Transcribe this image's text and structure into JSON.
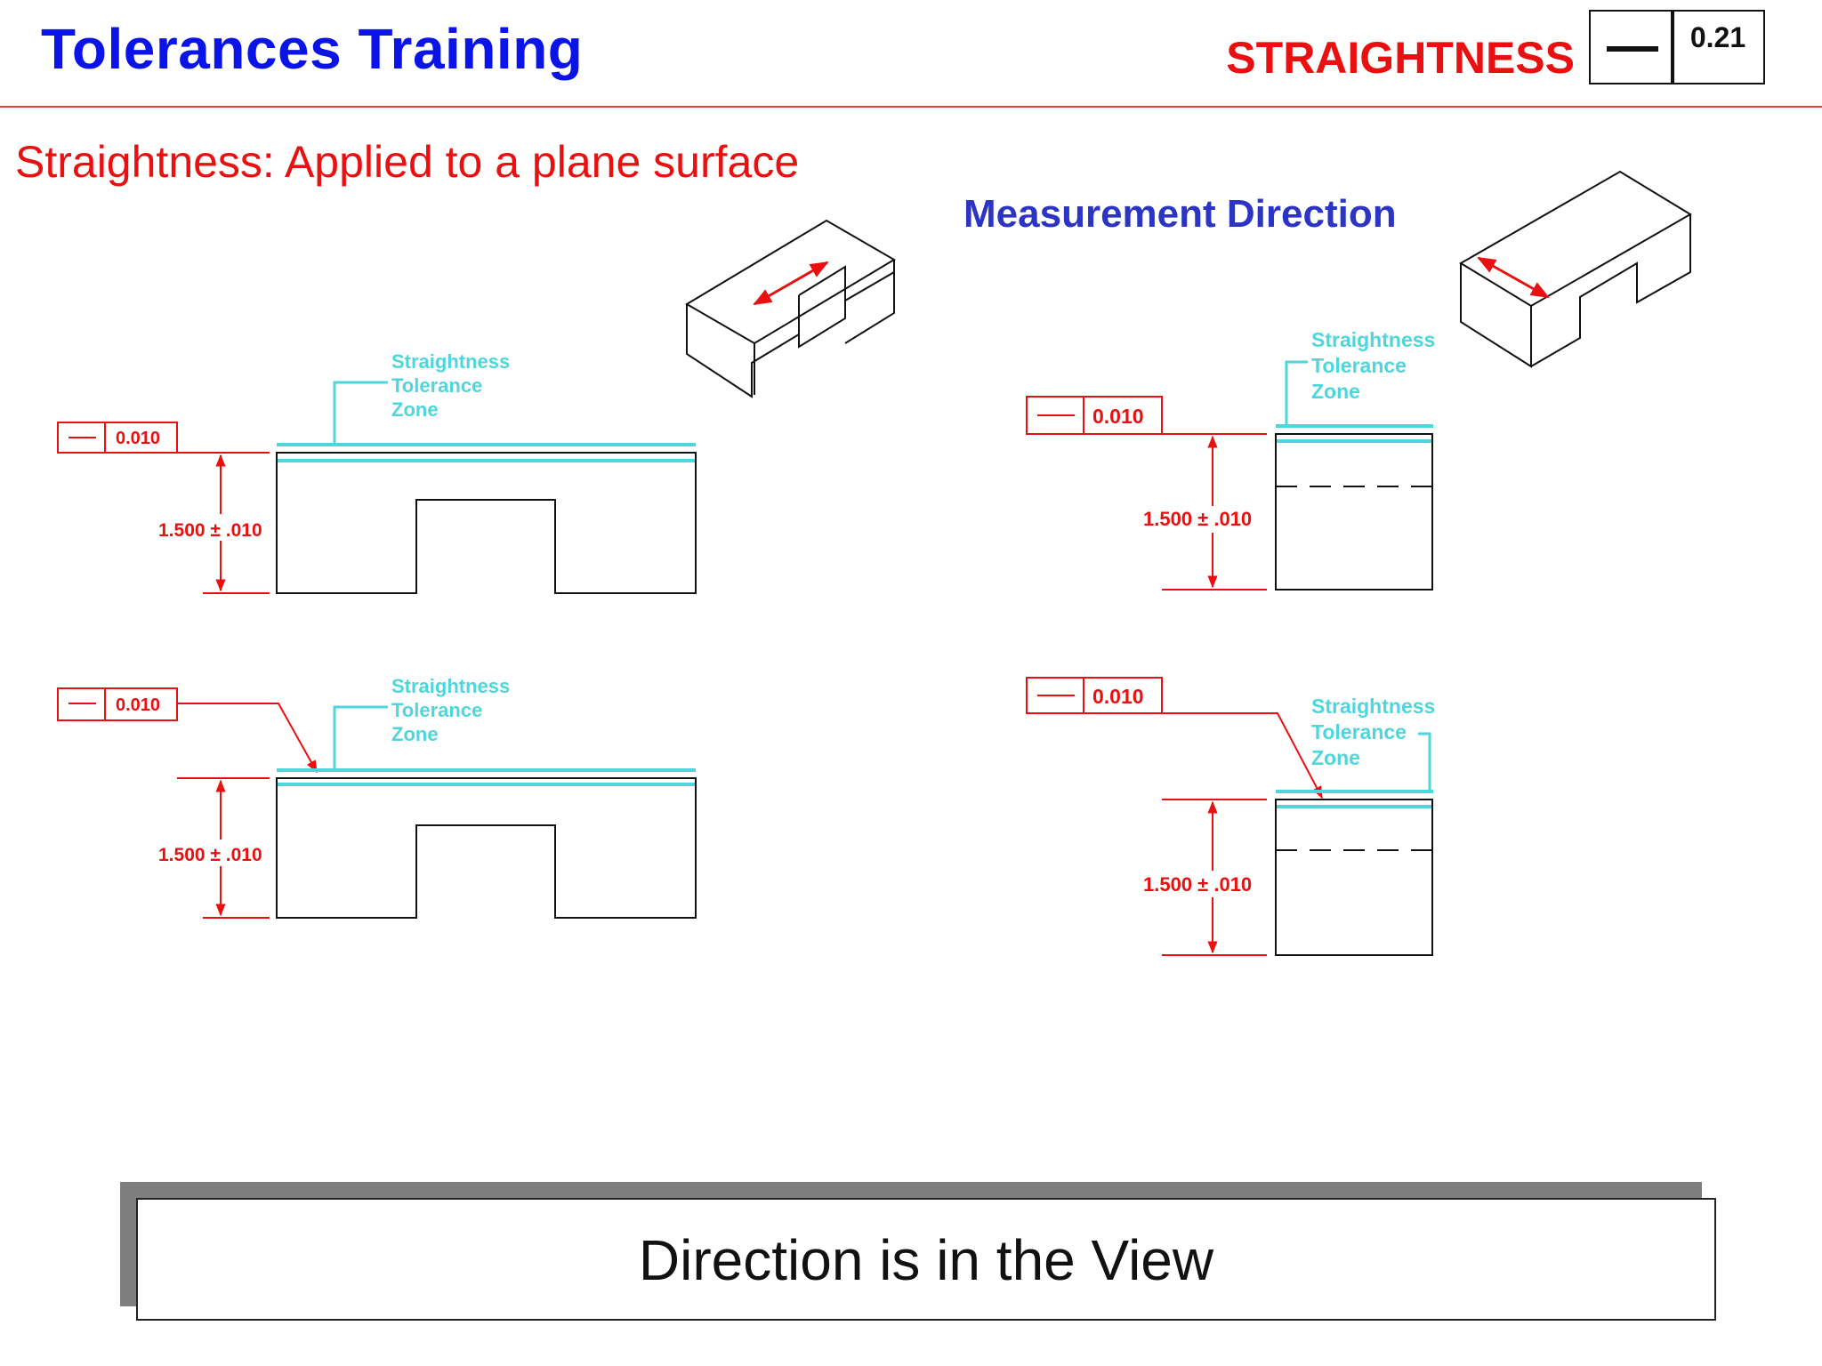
{
  "header": {
    "title": "Tolerances Training",
    "section": "STRAIGHTNESS",
    "symbol_icon": "straightness-symbol-icon",
    "page_number": "0.21"
  },
  "subtitle": "Straightness: Applied to a plane surface",
  "measurement_heading": "Measurement Direction",
  "callouts": {
    "fcf_value": "0.010",
    "dimension": "1.500 ± .010",
    "zone_line1": "Straightness",
    "zone_line2": "Tolerance",
    "zone_line3": "Zone"
  },
  "colors": {
    "title": "#0a14e6",
    "accent_red": "#e81010",
    "zone_cyan": "#4fd6dc",
    "heading_blue": "#2c34c4"
  },
  "caption": "Direction is in the View"
}
